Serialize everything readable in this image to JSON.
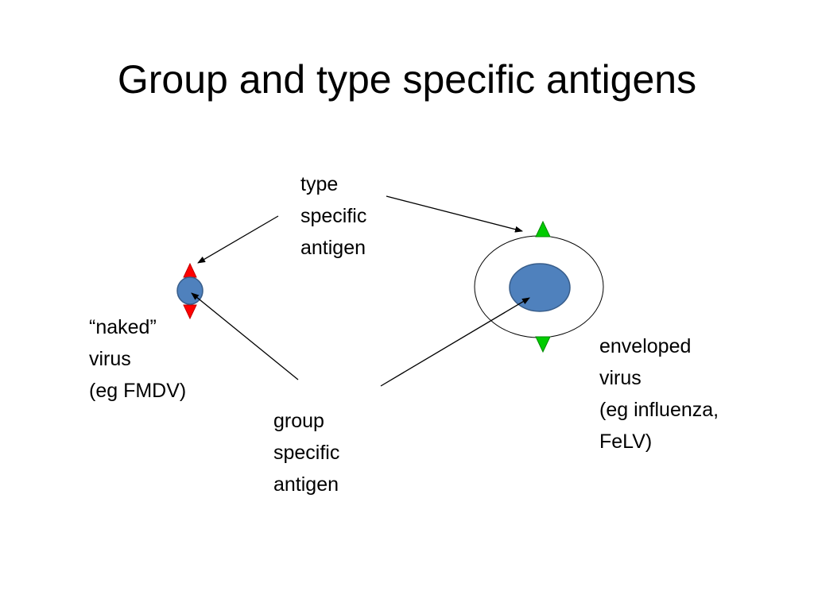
{
  "title": "Group and type specific antigens",
  "labels": {
    "type_antigen": [
      "type",
      "specific",
      "antigen"
    ],
    "naked_virus": [
      "“naked”",
      "virus",
      "(eg FMDV)"
    ],
    "group_antigen": [
      "group",
      "specific",
      "antigen"
    ],
    "enveloped_virus": [
      "enveloped",
      "virus",
      "(eg influenza,",
      "FeLV)"
    ]
  },
  "colors": {
    "core_fill": "#4f81bd",
    "core_stroke": "#385d8a",
    "naked_antigen": "#ff0000",
    "envelope_antigen": "#00cc00",
    "lines": "#000000"
  }
}
